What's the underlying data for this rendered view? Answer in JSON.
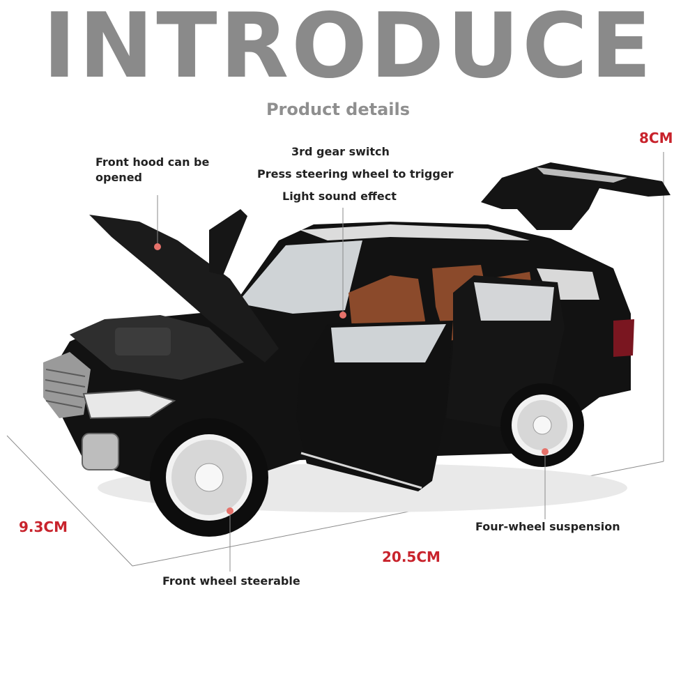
{
  "header": {
    "title": "INTRODUCE",
    "subtitle": "Product details"
  },
  "features": {
    "hood": "Front hood can be opened",
    "gear_switch": "3rd gear switch",
    "steering_trigger": "Press steering wheel to trigger",
    "light_sound": "Light sound effect",
    "suspension": "Four-wheel suspension",
    "steerable": "Front wheel steerable"
  },
  "dimensions": {
    "height": "8CM",
    "width": "9.3CM",
    "length": "20.5CM"
  },
  "colors": {
    "accent": "#c8232c",
    "headline": "#8a8a8a",
    "car_body": "#121212",
    "interior": "#8b4a2b"
  }
}
